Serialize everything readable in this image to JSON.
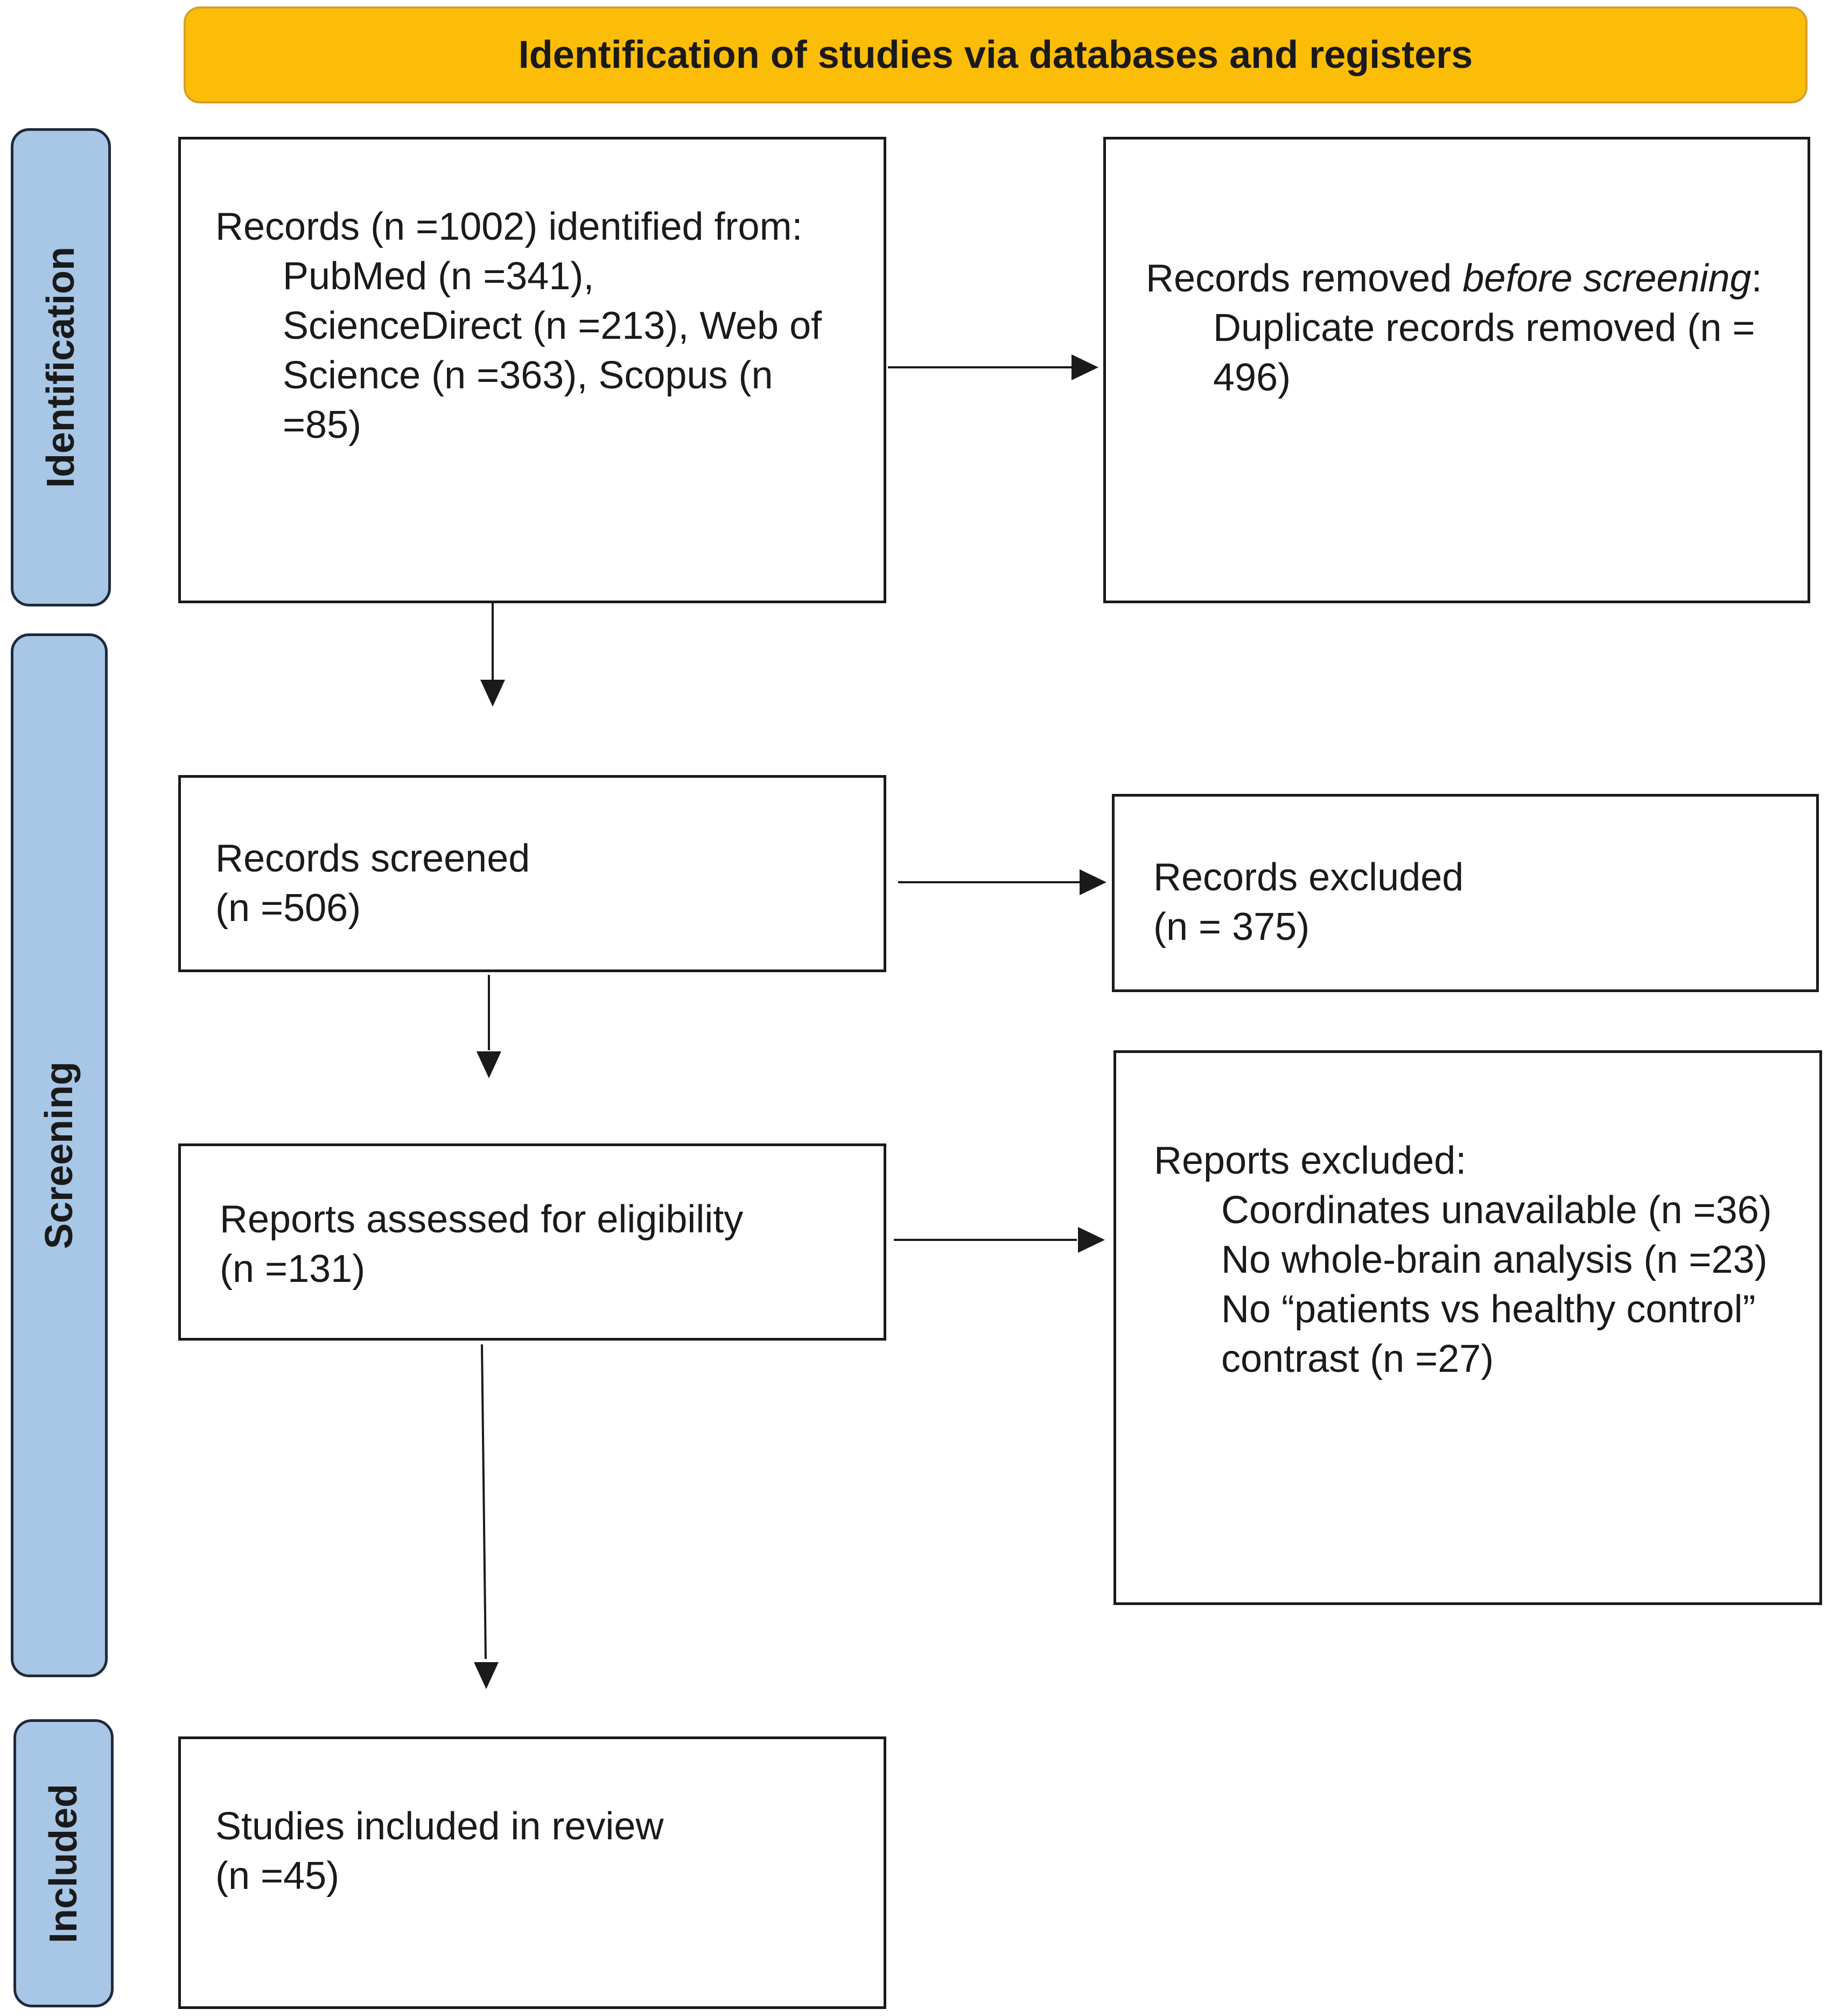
{
  "header": {
    "title": "Identification of studies via databases and registers"
  },
  "phases": {
    "identification": "Identification",
    "screening": "Screening",
    "included": "Included"
  },
  "boxes": {
    "records_identified": {
      "line1": "Records (n =1002) identified from:",
      "sources": "PubMed (n =341), ScienceDirect (n =213), Web of Science (n =363), Scopus (n =85)"
    },
    "records_removed": {
      "prefix": "Records removed ",
      "emphasis": "before screening",
      "suffix": ":",
      "detail": "Duplicate records removed (n = 496)"
    },
    "records_screened": {
      "line1": "Records screened",
      "count": "(n =506)"
    },
    "records_excluded": {
      "line1": "Records excluded",
      "count": "(n = 375)"
    },
    "reports_assessed": {
      "line1": "Reports assessed for eligibility",
      "count": "(n =131)"
    },
    "reports_excluded": {
      "line1": "Reports excluded:",
      "reasons": [
        "Coordinates unavailable (n =36)",
        "No whole-brain analysis (n =23)",
        "No “patients vs healthy control” contrast (n =27)"
      ]
    },
    "studies_included": {
      "line1": "Studies included in review",
      "count": "(n =45)"
    }
  },
  "colors": {
    "banner": "#fbbd08",
    "phase": "#a8c6e6",
    "border": "#1a1a1a"
  }
}
